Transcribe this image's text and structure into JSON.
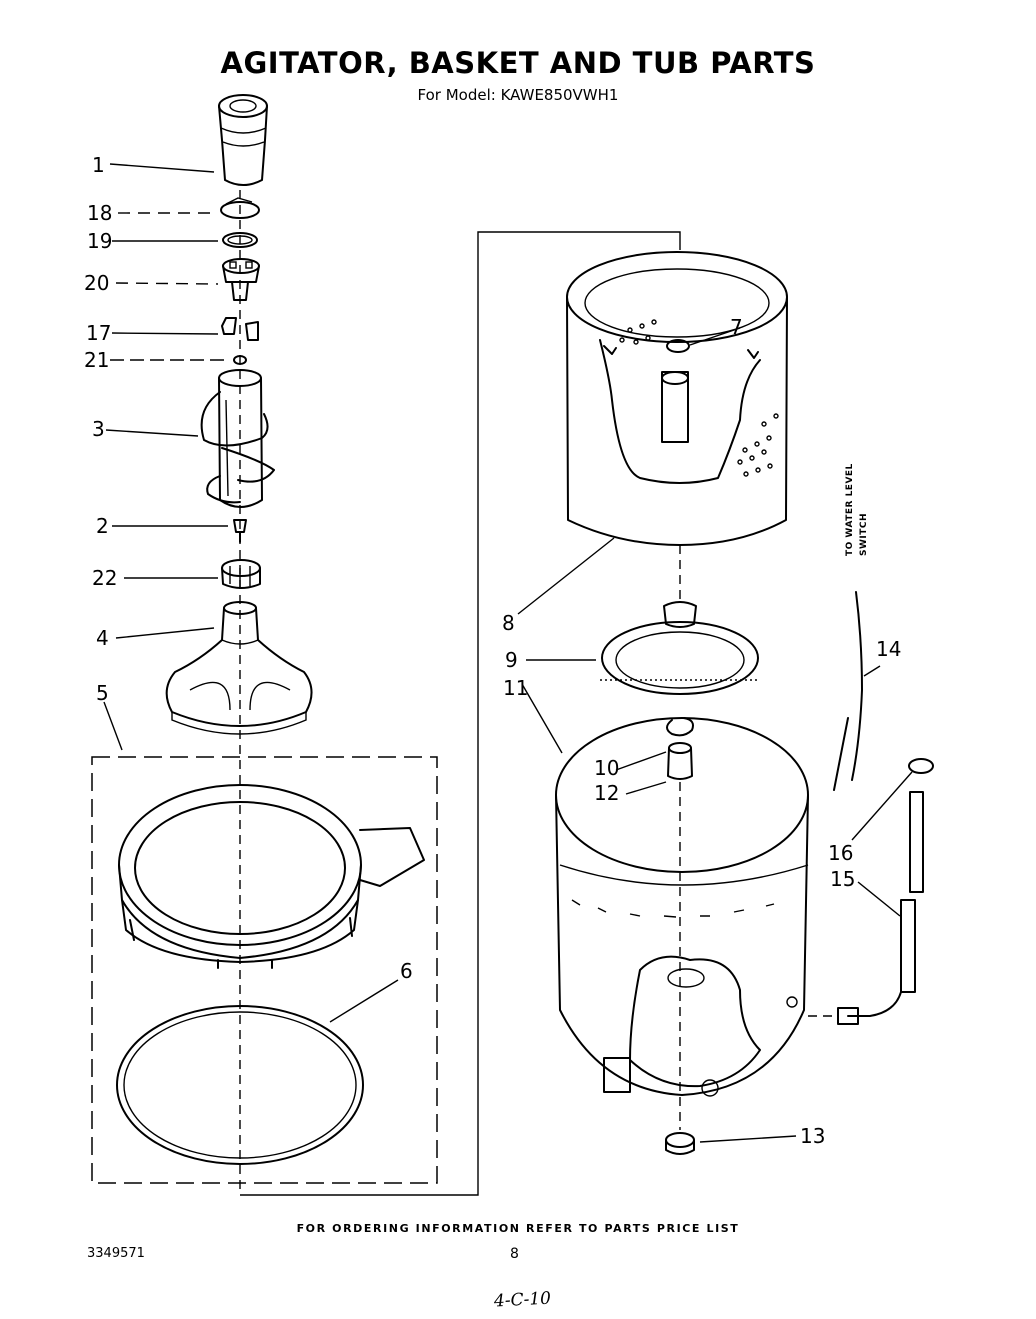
{
  "header": {
    "title": "AGITATOR, BASKET AND TUB PARTS",
    "subtitle": "For Model: KAWE850VWH1"
  },
  "callouts": {
    "c1": "1",
    "c18": "18",
    "c19": "19",
    "c20": "20",
    "c17": "17",
    "c21": "21",
    "c3": "3",
    "c2": "2",
    "c22": "22",
    "c4": "4",
    "c5": "5",
    "c6": "6",
    "c7": "7",
    "c8": "8",
    "c9": "9",
    "c11": "11",
    "c10": "10",
    "c12": "12",
    "c14": "14",
    "c16": "16",
    "c15": "15",
    "c13": "13"
  },
  "side_label": {
    "line1": "TO WATER LEVEL",
    "line2": "SWITCH"
  },
  "footer": {
    "ordering_note": "FOR ORDERING INFORMATION REFER TO PARTS PRICE LIST",
    "doc_number": "3349571",
    "page_number": "8",
    "handwritten_note": "4-C-10"
  }
}
